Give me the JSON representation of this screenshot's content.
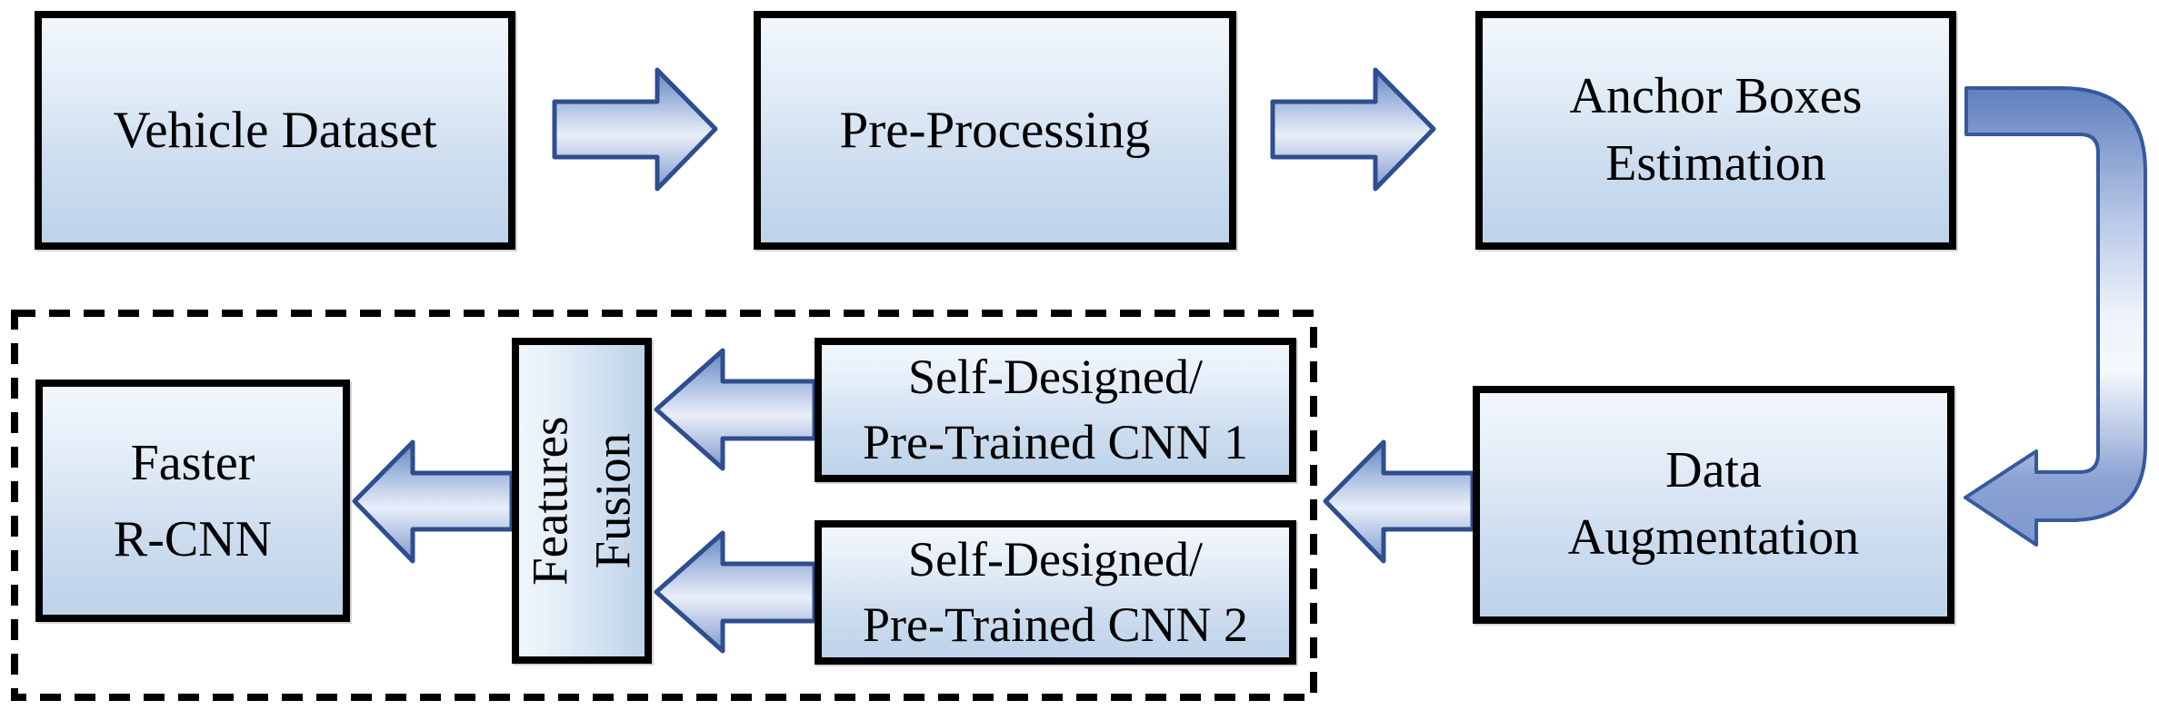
{
  "diagram": {
    "title": "Vehicle detection training pipeline flowchart",
    "boxes": {
      "vehicle": {
        "label": "Vehicle Dataset"
      },
      "preprocessing": {
        "label": "Pre-Processing"
      },
      "anchor": {
        "label": "Anchor Boxes\nEstimation"
      },
      "data_aug": {
        "label": "Data\nAugmentation"
      },
      "cnn1": {
        "label": "Self-Designed/\nPre-Trained CNN 1"
      },
      "cnn2": {
        "label": "Self-Designed/\nPre-Trained CNN 2"
      },
      "features_fusion": {
        "label": "Features\nFusion"
      },
      "faster_rcnn": {
        "label": "Faster\nR-CNN"
      }
    },
    "flow": [
      "Vehicle Dataset -> Pre-Processing",
      "Pre-Processing -> Anchor Boxes Estimation",
      "Anchor Boxes Estimation -> Data Augmentation (elbow arrow)",
      "Data Augmentation -> Self-Designed/Pre-Trained CNN 1 & CNN 2",
      "CNN 1 -> Features Fusion",
      "CNN 2 -> Features Fusion",
      "Features Fusion -> Faster R-CNN"
    ],
    "colors": {
      "background": "#ffffff",
      "box_border": "#000000",
      "box_fill_top": "#f2f7fc",
      "box_fill_bottom": "#bdd3e9",
      "arrow_outline": "#2e4e8f",
      "arrow_fill_dark": "#6484c1",
      "arrow_fill_light": "#eef2fa",
      "dashed_border": "#000000",
      "text": "#000000"
    }
  }
}
